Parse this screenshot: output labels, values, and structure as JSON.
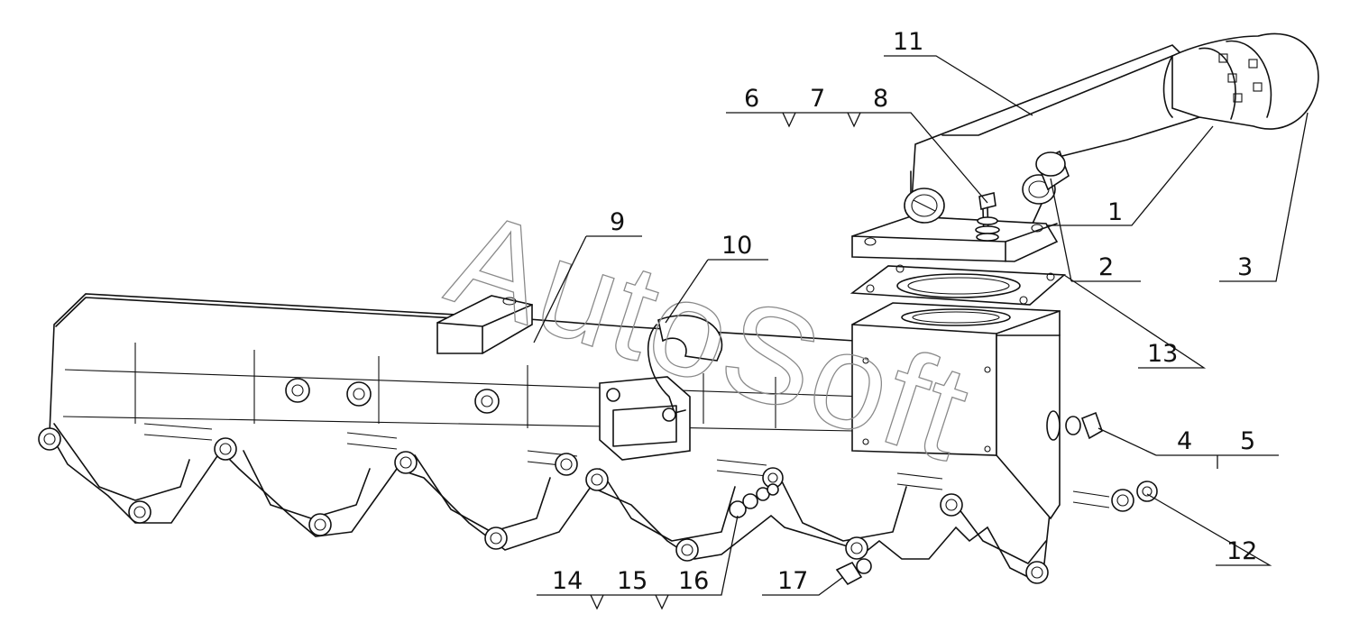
{
  "watermark": "AutoSoft",
  "callouts": [
    {
      "id": "c1",
      "text": "1"
    },
    {
      "id": "c2",
      "text": "2"
    },
    {
      "id": "c3",
      "text": "3"
    },
    {
      "id": "c4",
      "text": "4"
    },
    {
      "id": "c5",
      "text": "5"
    },
    {
      "id": "c6",
      "text": "6"
    },
    {
      "id": "c7",
      "text": "7"
    },
    {
      "id": "c8",
      "text": "8"
    },
    {
      "id": "c9",
      "text": "9"
    },
    {
      "id": "c10",
      "text": "10"
    },
    {
      "id": "c11",
      "text": "11"
    },
    {
      "id": "c12",
      "text": "12"
    },
    {
      "id": "c13",
      "text": "13"
    },
    {
      "id": "c14",
      "text": "14"
    },
    {
      "id": "c15",
      "text": "15"
    },
    {
      "id": "c16",
      "text": "16"
    },
    {
      "id": "c17",
      "text": "17"
    }
  ]
}
